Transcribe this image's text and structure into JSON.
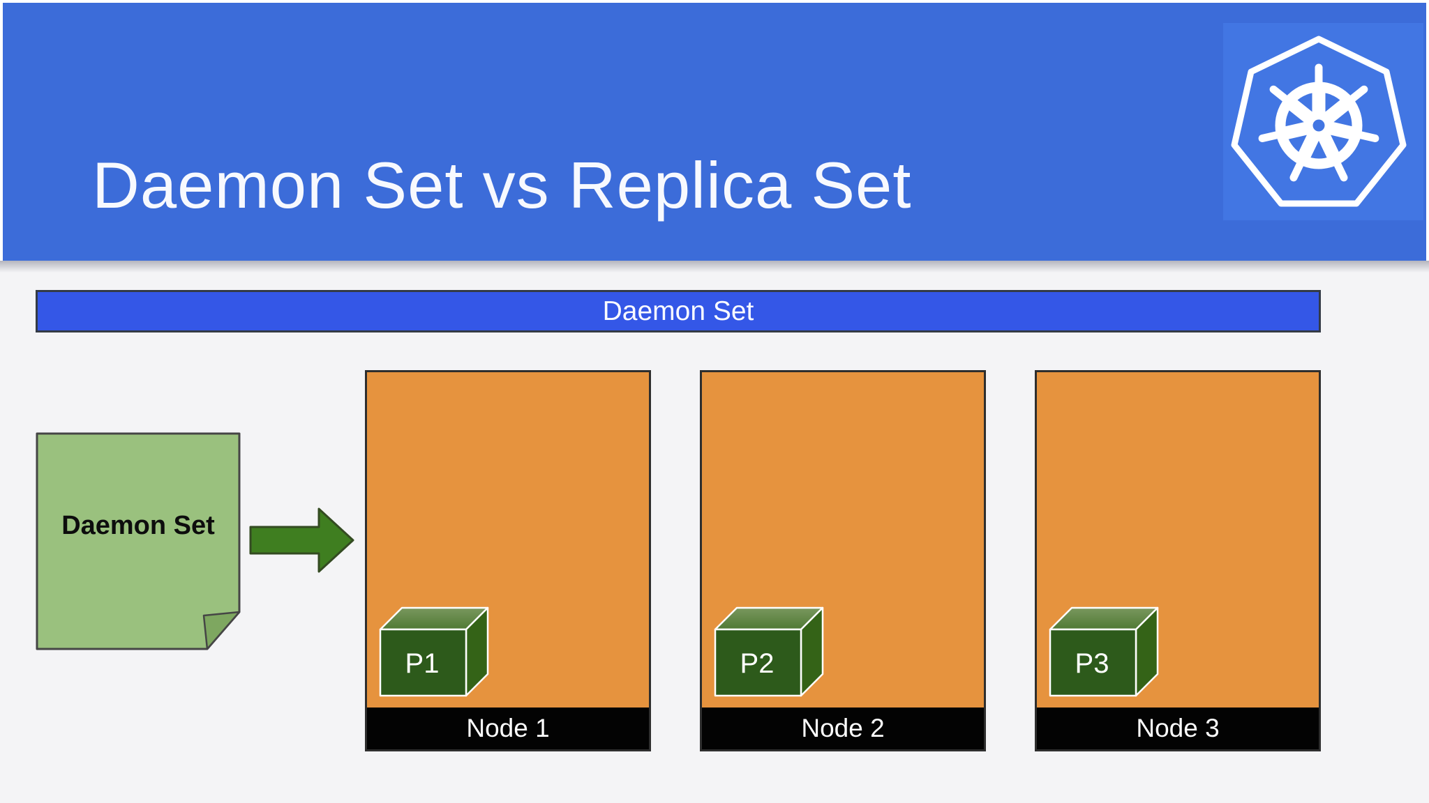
{
  "title": "Daemon Set vs Replica Set",
  "header": {
    "logo_icon": "kubernetes-helm"
  },
  "daemon_set_bar": {
    "label": "Daemon Set"
  },
  "daemon_set_note": {
    "label": "Daemon Set"
  },
  "nodes": [
    {
      "pod": "P1",
      "label": "Node 1"
    },
    {
      "pod": "P2",
      "label": "Node 2"
    },
    {
      "pod": "P3",
      "label": "Node 3"
    }
  ],
  "colors": {
    "header_band": "#3c6cd9",
    "logo_tile": "#4276e3",
    "bar_fill": "#3457e7",
    "node_fill": "#e6933e",
    "node_footer": "#030303",
    "note_fill": "#9ac17e",
    "note_fold": "#7ea760",
    "arrow_fill": "#3f7e20",
    "cube_front": "#2d5a1b",
    "cube_side": "#346317",
    "cube_top": "#5d8243",
    "background": "#f4f4f6"
  }
}
